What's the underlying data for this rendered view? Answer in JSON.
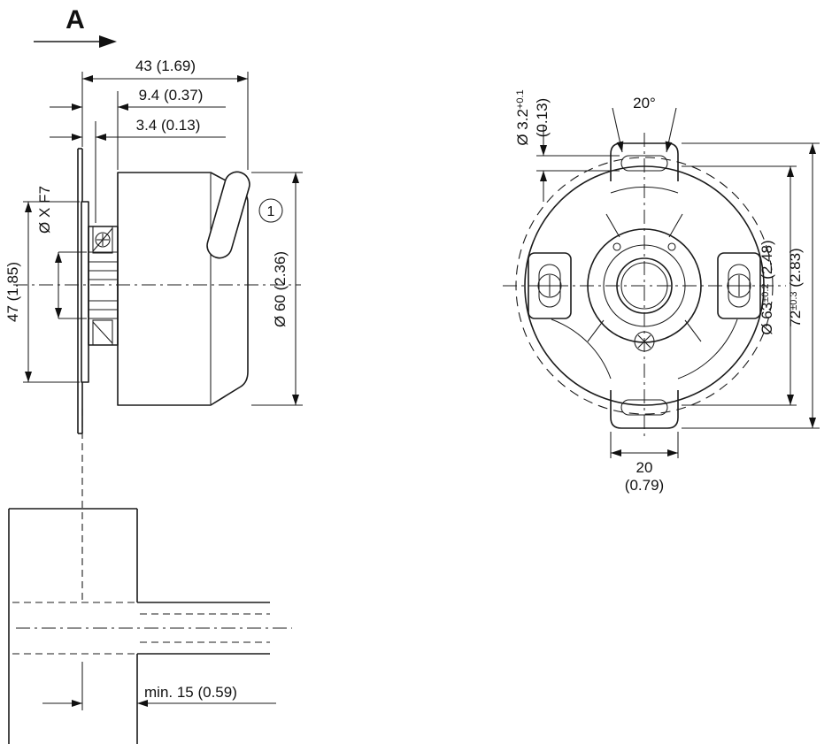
{
  "drawing": {
    "view_label": "A",
    "callout_1": "1",
    "side": {
      "depth": "43 (1.69)",
      "protrusion": "9.4 (0.37)",
      "offset": "3.4 (0.13)",
      "bore": "Ø X F7",
      "flange": "47 (1.85)",
      "diameter": "Ø 60 (2.36)",
      "min_clearance": "min. 15 (0.59)"
    },
    "front": {
      "hole_dia": "Ø 3.2",
      "hole_tol": "+0.1",
      "hole_inch": "(0.13)",
      "slot_angle": "20°",
      "circle_dia": "Ø 63",
      "circle_tol": "±0.2",
      "circle_inch": " (2.48)",
      "height": "72",
      "height_tol": "±0.3",
      "height_inch": " (2.83)",
      "tab_width": "20",
      "tab_width_inch": "(0.79)"
    }
  }
}
